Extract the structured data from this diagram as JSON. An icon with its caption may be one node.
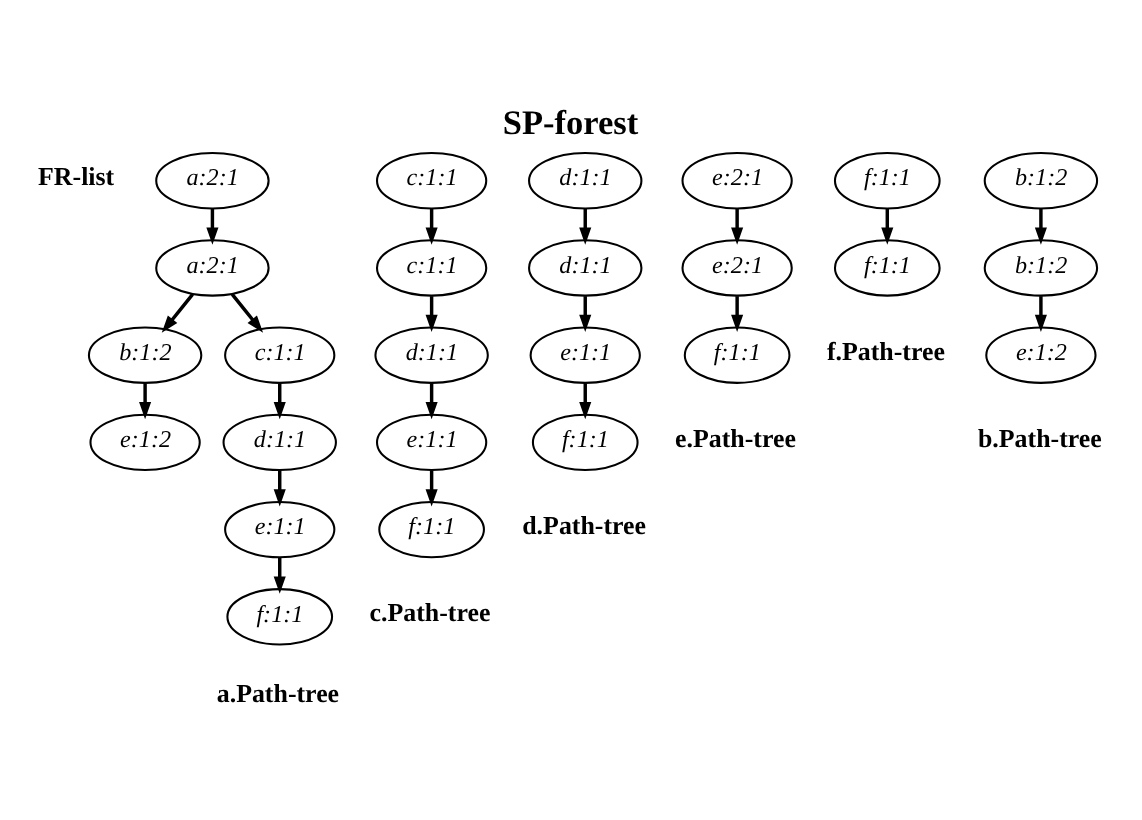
{
  "diagram": {
    "title": "SP-forest",
    "nodes": [
      {
        "text": [
          "a:2:1"
        ]
      },
      {
        "text": [
          "c:1:1"
        ]
      },
      {
        "text": [
          "d:1:1"
        ]
      },
      {
        "text": [
          "e:2:1"
        ]
      },
      {
        "text": [
          "f:1:1"
        ]
      },
      {
        "text": [
          "b:1:2"
        ]
      },
      {
        "text": [
          "a:2:1"
        ]
      },
      {
        "text": [
          "b:1:2"
        ]
      },
      {
        "text": [
          "e:1:2"
        ]
      },
      {
        "text": [
          "c:1:1"
        ]
      },
      {
        "text": [
          "d:1:1"
        ]
      },
      {
        "text": [
          "e:1:1"
        ]
      },
      {
        "text": [
          "f:1:1"
        ]
      },
      {
        "text": [
          "c:1:1"
        ]
      },
      {
        "text": [
          "d:1:1"
        ]
      },
      {
        "text": [
          "e:1:1"
        ]
      },
      {
        "text": [
          "f:1:1"
        ]
      },
      {
        "text": [
          "d:1:1"
        ]
      },
      {
        "text": [
          "e:1:1"
        ]
      },
      {
        "text": [
          "f:1:1"
        ]
      },
      {
        "text": [
          "e:2:1"
        ]
      },
      {
        "text": [
          "f:1:1"
        ]
      },
      {
        "text": [
          "f:1:1"
        ]
      },
      {
        "text": [
          "b:1:2"
        ]
      },
      {
        "text": [
          "e:1:2"
        ]
      }
    ],
    "edges": [
      {
        "from": 0,
        "to": 6,
        "arrow": "to"
      },
      {
        "from": 1,
        "to": 13,
        "arrow": "to"
      },
      {
        "from": 2,
        "to": 17,
        "arrow": "to"
      },
      {
        "from": 3,
        "to": 20,
        "arrow": "to"
      },
      {
        "from": 4,
        "to": 22,
        "arrow": "to"
      },
      {
        "from": 5,
        "to": 23,
        "arrow": "to"
      },
      {
        "from": 6,
        "to": 7,
        "arrow": "to"
      },
      {
        "from": 6,
        "to": 9,
        "arrow": "to"
      },
      {
        "from": 7,
        "to": 8,
        "arrow": "to"
      },
      {
        "from": 9,
        "to": 10,
        "arrow": "to"
      },
      {
        "from": 10,
        "to": 11,
        "arrow": "to"
      },
      {
        "from": 11,
        "to": 12,
        "arrow": "to"
      },
      {
        "from": 13,
        "to": 14,
        "arrow": "to"
      },
      {
        "from": 14,
        "to": 15,
        "arrow": "to"
      },
      {
        "from": 15,
        "to": 16,
        "arrow": "to"
      },
      {
        "from": 17,
        "to": 18,
        "arrow": "to"
      },
      {
        "from": 18,
        "to": 19,
        "arrow": "to"
      },
      {
        "from": 20,
        "to": 21,
        "arrow": "to"
      },
      {
        "from": 23,
        "to": 24,
        "arrow": "to"
      }
    ],
    "labels": [
      "FR-list",
      "f.Path-tree",
      "e.Path-tree",
      "b.Path-tree",
      "d.Path-tree",
      "c.Path-tree",
      "a.Path-tree"
    ]
  }
}
